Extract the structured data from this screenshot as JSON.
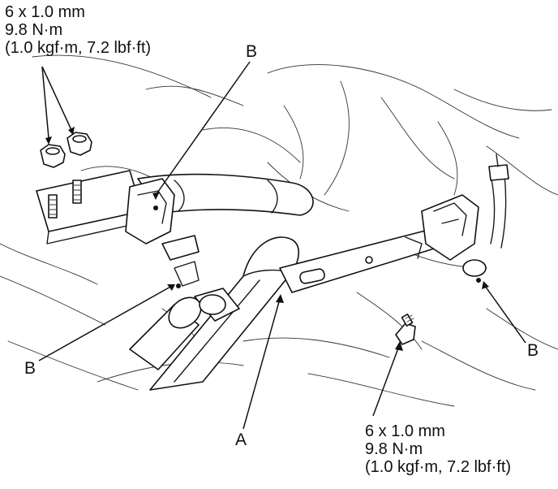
{
  "spec_top": {
    "line1": "6 x 1.0 mm",
    "line2": "9.8 N·m",
    "line3": "(1.0 kgf·m, 7.2 lbf·ft)"
  },
  "spec_bottom": {
    "line1": "6 x 1.0 mm",
    "line2": "9.8 N·m",
    "line3": "(1.0 kgf·m, 7.2 lbf·ft)"
  },
  "callouts": {
    "a": "A",
    "b_top": "B",
    "b_left": "B",
    "b_right": "B"
  },
  "colors": {
    "line": "#111111",
    "background": "#ffffff"
  }
}
